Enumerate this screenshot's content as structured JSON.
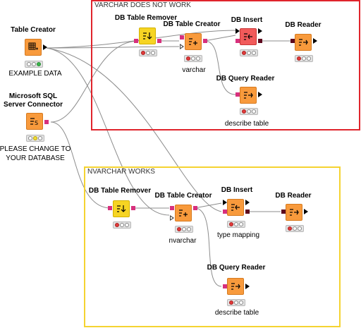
{
  "colors": {
    "varchar_box": "#e0242c",
    "nvarchar_box": "#f5d331",
    "node_orange": "#f89a3c",
    "node_yellow": "#f6d423",
    "node_red": "#f15a5a",
    "db_port": "#d7307d",
    "status_green": "#3ab54a",
    "status_yellow": "#f2dd3c",
    "status_red": "#e23b3b"
  },
  "annotations": {
    "varchar": "VARCHAR DOES NOT WORK",
    "nvarchar": "NVARCHAR WORKS"
  },
  "nodes": {
    "table_creator": {
      "title": "Table Creator",
      "caption": "EXAMPLE DATA",
      "icon": "table-grid-icon",
      "status": "green"
    },
    "sql_connector": {
      "title_line1": "Microsoft SQL",
      "title_line2": "Server Connector",
      "caption_line1": "PLEASE CHANGE TO",
      "caption_line2": "YOUR DATABASE",
      "icon": "db-connector-icon",
      "status": "yellow"
    },
    "v_remover": {
      "title": "DB Table Remover",
      "caption": "",
      "icon": "db-remove-icon",
      "status": "red"
    },
    "v_creator": {
      "title": "DB Table Creator",
      "caption": "varchar",
      "icon": "db-create-icon",
      "status": "red"
    },
    "v_insert": {
      "title": "DB Insert",
      "caption": "",
      "icon": "db-insert-icon",
      "status": "red"
    },
    "v_reader": {
      "title": "DB Reader",
      "caption": "",
      "icon": "db-read-icon",
      "status": "red"
    },
    "v_query": {
      "title": "DB Query Reader",
      "caption": "describe table",
      "icon": "db-query-icon",
      "status": "red"
    },
    "n_remover": {
      "title": "DB Table Remover",
      "caption": "",
      "icon": "db-remove-icon",
      "status": "red"
    },
    "n_creator": {
      "title": "DB Table Creator",
      "caption": "nvarchar",
      "icon": "db-create-icon",
      "status": "red"
    },
    "n_insert": {
      "title": "DB Insert",
      "caption": "type mapping",
      "icon": "db-insert-icon",
      "status": "red"
    },
    "n_reader": {
      "title": "DB Reader",
      "caption": "",
      "icon": "db-read-icon",
      "status": "red"
    },
    "n_query": {
      "title": "DB Query Reader",
      "caption": "describe table",
      "icon": "db-query-icon",
      "status": "red"
    }
  }
}
